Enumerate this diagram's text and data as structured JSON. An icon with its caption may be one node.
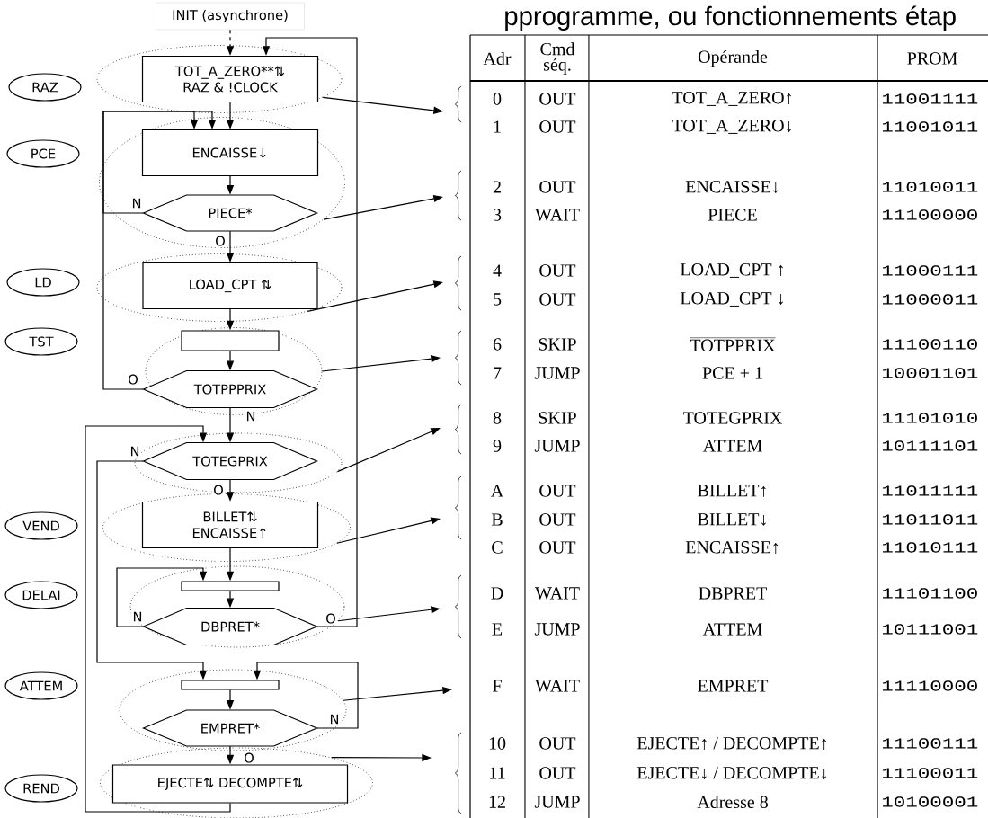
{
  "diagram": {
    "title": "pprogramme, ou fonctionnements étap",
    "nodes": [
      {
        "text": [
          "INIT (asynchrone)"
        ]
      },
      {
        "text": [],
        "shape": "ellipse"
      },
      {
        "text": [
          "TOT_A_ZERO**⇅",
          "RAZ & !CLOCK"
        ],
        "in": 1
      },
      {
        "text": [],
        "shape": "ellipse"
      },
      {
        "text": [
          "ENCAISSE↓"
        ],
        "in": 3
      },
      {
        "text": [
          "PIECE*"
        ],
        "in": 3
      },
      {
        "text": [],
        "shape": "ellipse"
      },
      {
        "text": [
          "LOAD_CPT ⇅"
        ],
        "in": 6
      },
      {
        "text": [],
        "shape": "ellipse"
      },
      {
        "text": [],
        "shape": "bar",
        "in": 8
      },
      {
        "text": [
          "TOTPPPRIX"
        ],
        "in": 8
      },
      {
        "text": [],
        "shape": "ellipse"
      },
      {
        "text": [
          "TOTEGPRIX"
        ],
        "in": 11
      },
      {
        "text": [],
        "shape": "ellipse"
      },
      {
        "text": [
          "BILLET⇅",
          "ENCAISSE↑"
        ],
        "in": 13
      },
      {
        "text": [],
        "shape": "ellipse"
      },
      {
        "text": [],
        "shape": "bar",
        "in": 15
      },
      {
        "text": [
          "DBPRET*"
        ],
        "in": 15
      },
      {
        "text": [],
        "shape": "ellipse"
      },
      {
        "text": [],
        "shape": "bar",
        "in": 18
      },
      {
        "text": [
          "EMPRET*"
        ],
        "in": 18
      },
      {
        "text": [],
        "shape": "ellipse"
      },
      {
        "text": [
          "EJECTE⇅ DECOMPTE⇅"
        ],
        "in": 21
      },
      {
        "text": [
          "RAZ"
        ]
      },
      {
        "text": [
          "PCE"
        ]
      },
      {
        "text": [
          "LD"
        ]
      },
      {
        "text": [
          "TST"
        ]
      },
      {
        "text": [
          "VEND"
        ]
      },
      {
        "text": [
          "DELAI"
        ]
      },
      {
        "text": [
          "ATTEM"
        ]
      },
      {
        "text": [
          "REND"
        ]
      }
    ],
    "edges": [
      {
        "from": 0,
        "to": 2,
        "arrow": "to",
        "style": "dashed"
      },
      {
        "from": 2,
        "to": 4,
        "arrow": "to"
      },
      {
        "from": 4,
        "to": 5,
        "arrow": "to"
      },
      {
        "from": 5,
        "to": 4,
        "arrow": "to",
        "label": "N"
      },
      {
        "from": 5,
        "to": 7,
        "arrow": "to",
        "label": "O"
      },
      {
        "from": 7,
        "to": 9,
        "arrow": "to"
      },
      {
        "from": 9,
        "to": 10,
        "arrow": "to"
      },
      {
        "from": 10,
        "to": 4,
        "arrow": "to",
        "label": "O"
      },
      {
        "from": 10,
        "to": 12,
        "arrow": "to",
        "label": "N"
      },
      {
        "from": 12,
        "to": 14,
        "arrow": "to",
        "label": "O"
      },
      {
        "from": 12,
        "to": 19,
        "arrow": "to",
        "label": "N"
      },
      {
        "from": 14,
        "to": 16,
        "arrow": "to"
      },
      {
        "from": 16,
        "to": 17,
        "arrow": "to"
      },
      {
        "from": 17,
        "to": 16,
        "arrow": "to",
        "label": "N"
      },
      {
        "from": 17,
        "to": 2,
        "arrow": "to",
        "label": "O"
      },
      {
        "from": 19,
        "to": 20,
        "arrow": "to"
      },
      {
        "from": 20,
        "to": 19,
        "arrow": "to",
        "label": "N"
      },
      {
        "from": 20,
        "to": 22,
        "arrow": "to",
        "label": "O"
      },
      {
        "from": 22,
        "to": 12,
        "arrow": "to"
      },
      {
        "from": 1,
        "to": null,
        "arrow": "to"
      },
      {
        "from": 3,
        "to": null,
        "arrow": "to"
      },
      {
        "from": 6,
        "to": null,
        "arrow": "to"
      },
      {
        "from": 8,
        "to": null,
        "arrow": "to"
      },
      {
        "from": 11,
        "to": null,
        "arrow": "to"
      },
      {
        "from": 13,
        "to": null,
        "arrow": "to"
      },
      {
        "from": 15,
        "to": null,
        "arrow": "to"
      },
      {
        "from": 18,
        "to": null,
        "arrow": "to"
      },
      {
        "from": 21,
        "to": null,
        "arrow": "to"
      }
    ],
    "labels": [
      "Adr",
      "Cmd séq.",
      "Opérande",
      "PROM",
      "0",
      "OUT",
      "TOT_A_ZERO↑",
      "11001111",
      "1",
      "OUT",
      "TOT_A_ZERO↓",
      "11001011",
      "2",
      "OUT",
      "ENCAISSE↓",
      "11010011",
      "3",
      "WAIT",
      "PIECE",
      "11100000",
      "4",
      "OUT",
      "LOAD_CPT ↑",
      "11000111",
      "5",
      "OUT",
      "LOAD_CPT ↓",
      "11000011",
      "6",
      "SKIP",
      "TOTPPRIX",
      "11100110",
      "7",
      "JUMP",
      "PCE + 1",
      "10001101",
      "8",
      "SKIP",
      "TOTEGPRIX",
      "11101010",
      "9",
      "JUMP",
      "ATTEM",
      "10111101",
      "A",
      "OUT",
      "BILLET↑",
      "11011111",
      "B",
      "OUT",
      "BILLET↓",
      "11011011",
      "C",
      "OUT",
      "ENCAISSE↑",
      "11010111",
      "D",
      "WAIT",
      "DBPRET",
      "11101100",
      "E",
      "JUMP",
      "ATTEM",
      "10111001",
      "F",
      "WAIT",
      "EMPRET",
      "11110000",
      "10",
      "OUT",
      "EJECTE↑ / DECOMPTE↑",
      "11100111",
      "11",
      "OUT",
      "EJECTE↓ / DECOMPTE↓",
      "11100011",
      "12",
      "JUMP",
      "Adresse 8",
      "10100001"
    ]
  }
}
